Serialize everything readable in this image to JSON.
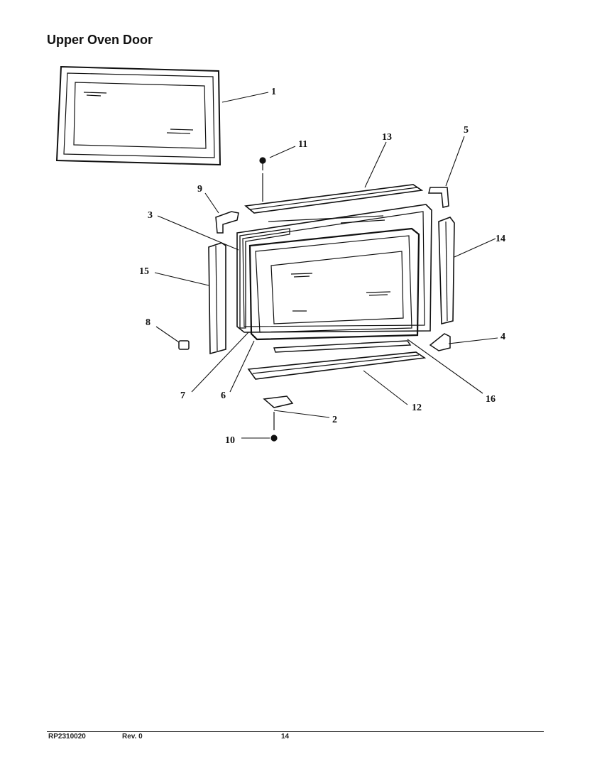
{
  "page_title": "Upper Oven Door",
  "callouts": {
    "c1": "1",
    "c2": "2",
    "c3": "3",
    "c4": "4",
    "c5": "5",
    "c6": "6",
    "c7": "7",
    "c8": "8",
    "c9": "9",
    "c10": "10",
    "c11": "11",
    "c12": "12",
    "c13": "13",
    "c14": "14",
    "c15": "15",
    "c16": "16"
  },
  "footer": {
    "doc_number": "RP2310020",
    "revision": "Rev. 0",
    "page_number": "14"
  }
}
